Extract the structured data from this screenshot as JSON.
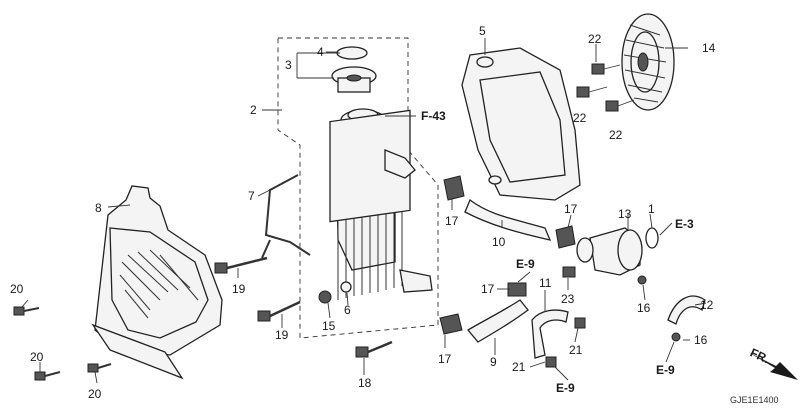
{
  "diagram_code": "GJE1E1400",
  "direction_label": "FR.",
  "references": {
    "f43": "F-43",
    "e3": "E-3",
    "e9_top": "E-9",
    "e9_bottom": "E-9",
    "e9_right": "E-9"
  },
  "callouts": [
    {
      "id": "c2",
      "text": "2"
    },
    {
      "id": "c3",
      "text": "3"
    },
    {
      "id": "c4",
      "text": "4"
    },
    {
      "id": "c5",
      "text": "5"
    },
    {
      "id": "c7",
      "text": "7"
    },
    {
      "id": "c8",
      "text": "8"
    },
    {
      "id": "c22a",
      "text": "22"
    },
    {
      "id": "c22b",
      "text": "22"
    },
    {
      "id": "c22c",
      "text": "22"
    },
    {
      "id": "c14",
      "text": "14"
    },
    {
      "id": "c17a",
      "text": "17"
    },
    {
      "id": "c17b",
      "text": "17"
    },
    {
      "id": "c17c",
      "text": "17"
    },
    {
      "id": "c17d",
      "text": "17"
    },
    {
      "id": "c10",
      "text": "10"
    },
    {
      "id": "c13",
      "text": "13"
    },
    {
      "id": "c1",
      "text": "1"
    },
    {
      "id": "c19a",
      "text": "19"
    },
    {
      "id": "c19b",
      "text": "19"
    },
    {
      "id": "c20a",
      "text": "20"
    },
    {
      "id": "c20b",
      "text": "20"
    },
    {
      "id": "c20c",
      "text": "20"
    },
    {
      "id": "c15",
      "text": "15"
    },
    {
      "id": "c6",
      "text": "6"
    },
    {
      "id": "c11",
      "text": "11"
    },
    {
      "id": "c23",
      "text": "23"
    },
    {
      "id": "c16a",
      "text": "16"
    },
    {
      "id": "c16b",
      "text": "16"
    },
    {
      "id": "c12",
      "text": "12"
    },
    {
      "id": "c9",
      "text": "9"
    },
    {
      "id": "c21a",
      "text": "21"
    },
    {
      "id": "c21b",
      "text": "21"
    },
    {
      "id": "c18",
      "text": "18"
    }
  ]
}
